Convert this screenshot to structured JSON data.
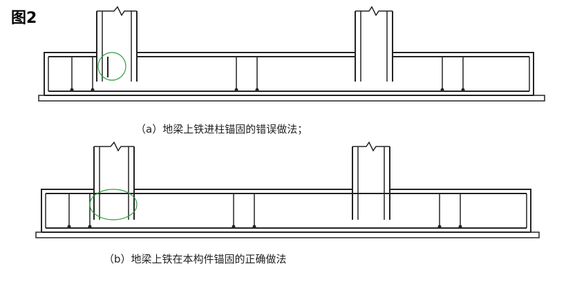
{
  "figure": {
    "title": "图2"
  },
  "panel_a": {
    "caption": "（a）地梁上铁进柱锚固的错误做法；"
  },
  "panel_b": {
    "caption": "（b）地梁上铁在本构件锚固的正确做法"
  },
  "colors": {
    "line": "#222222",
    "highlight_circle": "#2e9e3e"
  }
}
